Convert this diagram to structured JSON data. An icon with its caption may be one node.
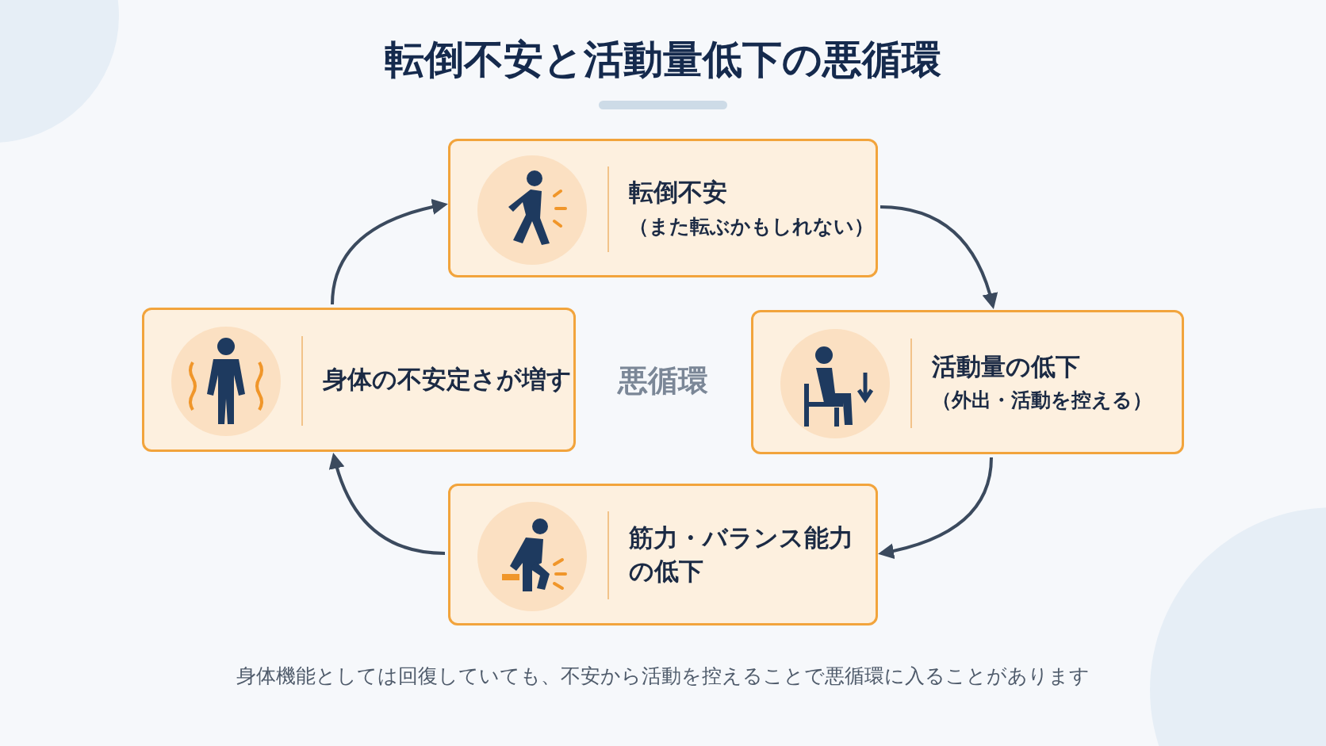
{
  "diagram": {
    "title": "転倒不安と活動量低下の悪循環",
    "nodes": [
      {
        "text": [
          "転倒不安",
          "（また転ぶかもしれない）"
        ]
      },
      {
        "text": [
          "活動量の低下",
          "（外出・活動を控える）"
        ]
      },
      {
        "text": [
          "筋力・バランス能力の低下"
        ]
      },
      {
        "text": [
          "身体の不安定さが増す"
        ]
      }
    ],
    "edges": [
      {
        "from": 0,
        "to": 1,
        "arrow": "to"
      },
      {
        "from": 1,
        "to": 2,
        "arrow": "to"
      },
      {
        "from": 2,
        "to": 3,
        "arrow": "to"
      },
      {
        "from": 3,
        "to": 0,
        "arrow": "to"
      }
    ],
    "labels": [
      "悪循環"
    ],
    "caption": "身体機能としては回復していても、不安から活動を控えることで悪循環に入ることがあります"
  }
}
